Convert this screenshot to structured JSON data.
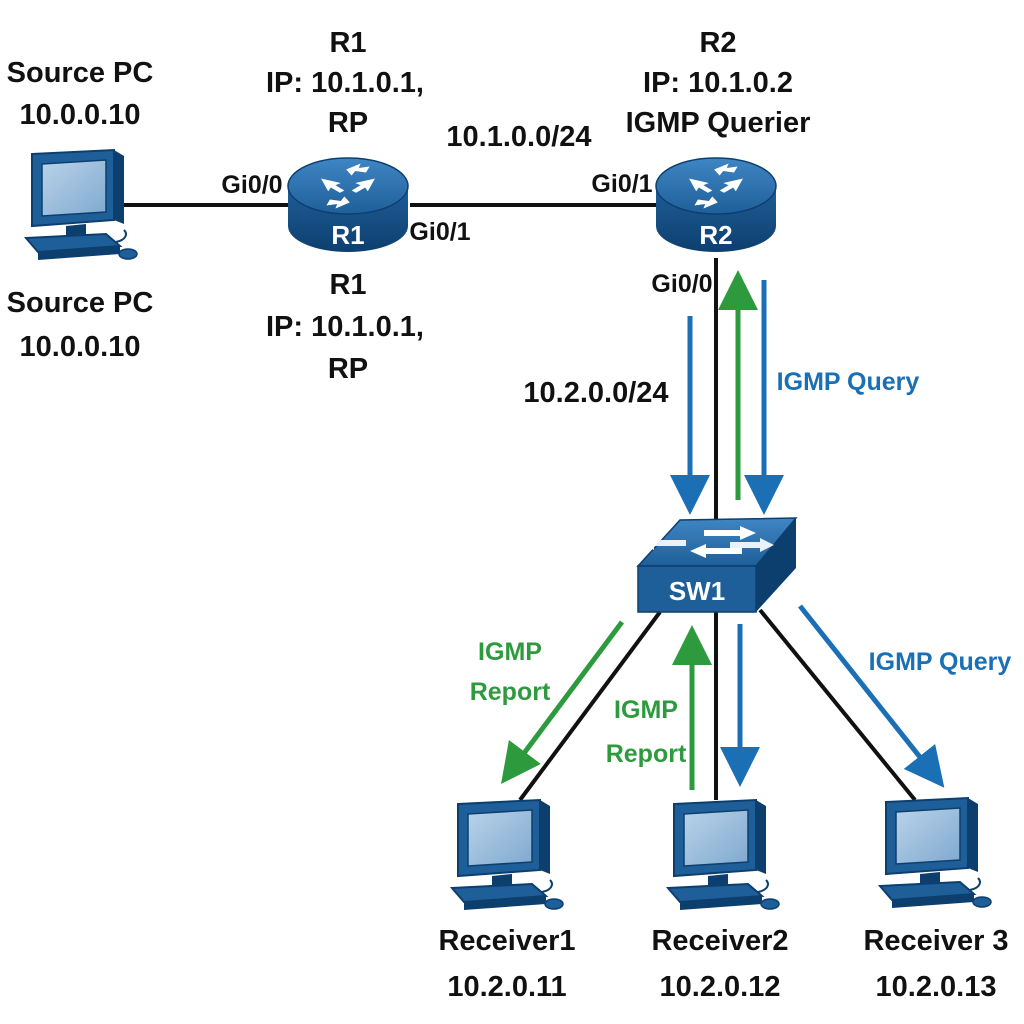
{
  "source_pc": {
    "top_label": "Source PC",
    "top_ip": "10.0.0.10",
    "bottom_label": "Source PC",
    "bottom_ip": "10.0.0.10"
  },
  "r1": {
    "name": "R1",
    "device_label": "R1",
    "top_lines": [
      "R1",
      "IP: 10.1.0.1,",
      "RP"
    ],
    "bottom_lines": [
      "R1",
      "IP: 10.1.0.1,",
      "RP"
    ],
    "port_left": "Gi0/0",
    "port_right": "Gi0/1"
  },
  "r2": {
    "device_label": "R2",
    "top_lines": [
      "R2",
      "IP: 10.1.0.2",
      "IGMP Querier"
    ],
    "port_left": "Gi0/1",
    "port_down": "Gi0/0"
  },
  "links": {
    "r1_r2_subnet": "10.1.0.0/24",
    "r2_sw_subnet": "10.2.0.0/24"
  },
  "switch": {
    "device_label": "SW1"
  },
  "messages": {
    "igmp_query_upper": "IGMP Query",
    "igmp_query_right": "IGMP Query",
    "igmp_report_left": [
      "IGMP",
      "Report"
    ],
    "igmp_report_mid": [
      "IGMP",
      "Report"
    ]
  },
  "receivers": [
    {
      "name": "Receiver1",
      "ip": "10.2.0.11"
    },
    {
      "name": "Receiver2",
      "ip": "10.2.0.12"
    },
    {
      "name": "Receiver 3",
      "ip": "10.2.0.13"
    }
  ],
  "colors": {
    "device_blue": "#1f5f99",
    "device_dark": "#0d3f6e",
    "query_blue": "#1a6fb5",
    "report_green": "#2e9a3e",
    "link_black": "#111111"
  }
}
